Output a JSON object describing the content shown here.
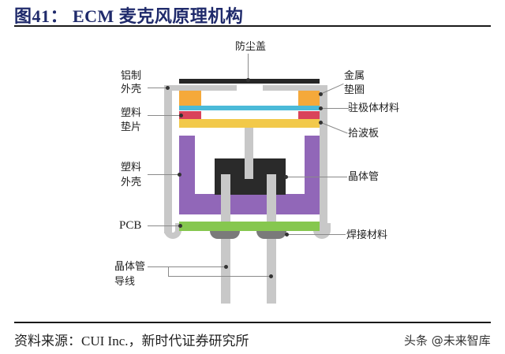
{
  "figure": {
    "title": "图41：  ECM 麦克风原理机构",
    "title_color": "#1f2a6b"
  },
  "labels": {
    "dust_cover": "防尘盖",
    "aluminum_shell_1": "铝制",
    "aluminum_shell_2": "外壳",
    "metal_gasket_1": "金属",
    "metal_gasket_2": "垫圈",
    "electret": "驻极体材料",
    "plastic_spacer_1": "塑料",
    "plastic_spacer_2": "垫片",
    "pickup_plate": "拾波板",
    "plastic_shell_1": "塑料",
    "plastic_shell_2": "外壳",
    "transistor": "晶体管",
    "pcb": "PCB",
    "solder": "焊接材料",
    "transistor_leads_1": "晶体管",
    "transistor_leads_2": "导线"
  },
  "colors": {
    "dust_cover": "#262626",
    "aluminum_shell": "#c8c8c8",
    "metal_gasket": "#f5a93a",
    "electret": "#4bbad8",
    "plastic_spacer": "#d9435a",
    "pickup_plate": "#f2c94a",
    "plastic_shell": "#9167b8",
    "transistor": "#2a2a2a",
    "pcb": "#86c74f",
    "solder": "#7a7a7a",
    "leads": "#c8c8c8"
  },
  "footer": {
    "source": "资料来源：CUI Inc.，新时代证券研究所",
    "watermark": "头条 @未来智库"
  }
}
